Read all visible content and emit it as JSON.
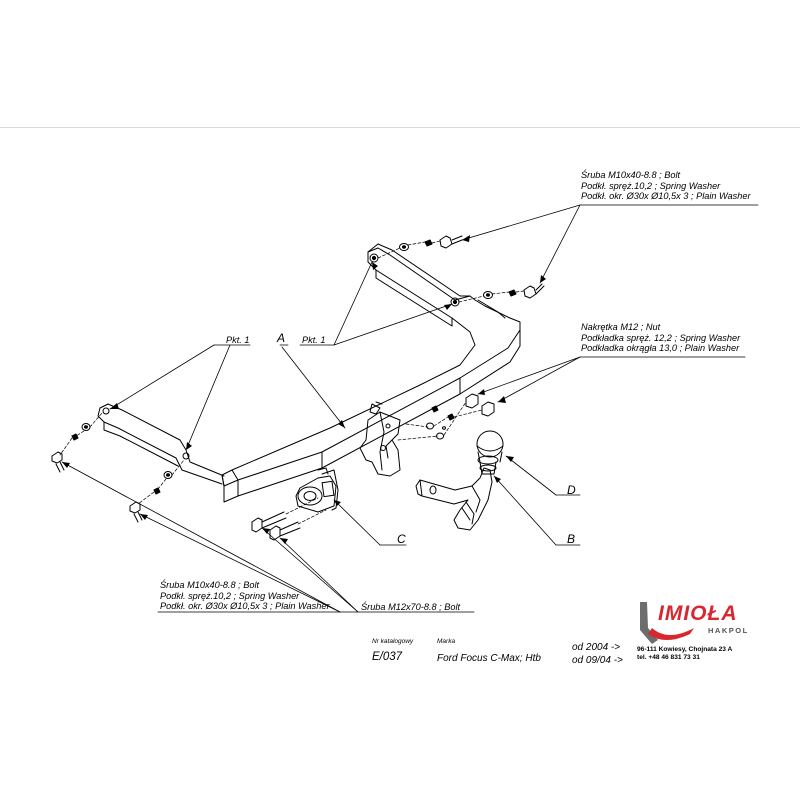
{
  "callouts": {
    "top_right": [
      "Śruba M10x40-8.8 ;  Bolt",
      "Podkł. spręż.10,2 ; Spring Washer",
      "Podkł. okr.  Ø30x Ø10,5x 3 ; Plain Washer"
    ],
    "right_nut": [
      "Nakrętka  M12 ; Nut",
      "Podkładka spręż. 12,2 ; Spring Washer",
      "Podkładka okrągła 13,0 ;  Plain Washer"
    ],
    "bottom_left": [
      "Śruba M10x40-8.8 ;  Bolt",
      "Podkł. spręż.10,2 ; Spring Washer",
      "Podkł. okr.  Ø30x Ø10,5x 3 ; Plain Washer"
    ],
    "bottom_bolt": "Śruba M12x70-8.8   ;  Bolt"
  },
  "markers": {
    "pkt1_left": "Pkt. 1",
    "pkt1_center": "Pkt. 1",
    "A": "A",
    "B": "B",
    "C": "C",
    "D": "D"
  },
  "footer": {
    "catalog_label": "Nr katalogowy",
    "catalog_number": "E/037",
    "brand_label": "Marka",
    "vehicle": "Ford Focus C-Max; Htb",
    "date_from": "od 2004 ->",
    "date_from2": "od 09/04 ->"
  },
  "company": {
    "name": "IMIOŁA",
    "sub": "HAKPOL",
    "address": "96-111 Kowiesy, Chojnata 23 A",
    "phone": "tel. +48 46 831 73 31",
    "colors": {
      "primary": "#d8272f",
      "secondary": "#6d6d6d"
    }
  }
}
